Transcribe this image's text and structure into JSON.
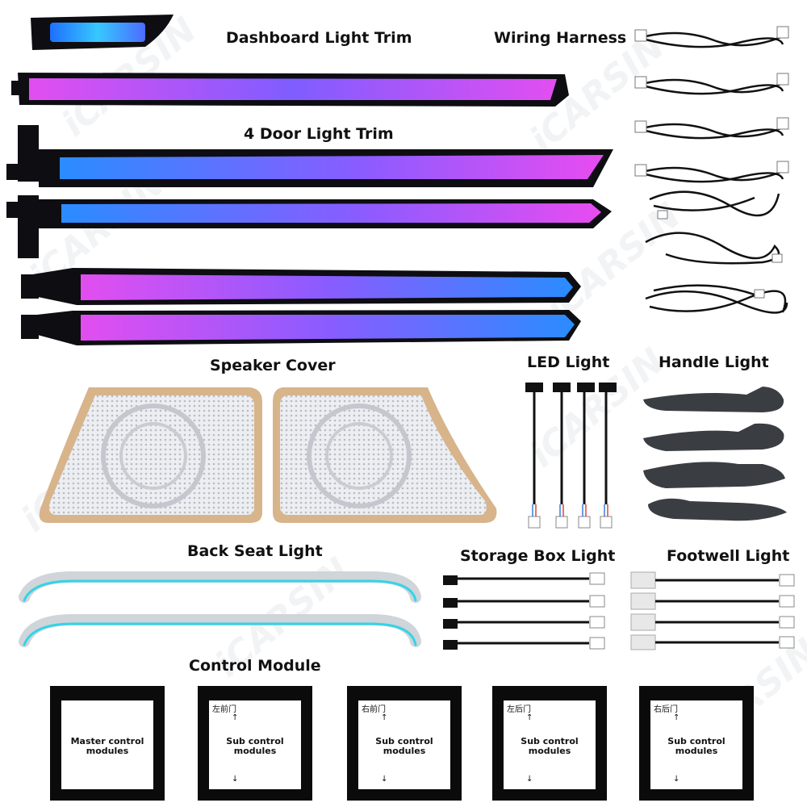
{
  "watermark": "iCARSIN",
  "labels": {
    "dashboard": "Dashboard Light Trim",
    "wiring": "Wiring Harness",
    "door": "4 Door Light Trim",
    "speaker": "Speaker Cover",
    "led": "LED Light",
    "handle": "Handle Light",
    "backseat": "Back Seat Light",
    "storage": "Storage Box Light",
    "footwell": "Footwell Light",
    "control": "Control Module"
  },
  "modules": [
    {
      "tag": "",
      "line1": "Master control",
      "line2": "modules"
    },
    {
      "tag": "左前门",
      "line1": "Sub control",
      "line2": "modules"
    },
    {
      "tag": "右前门",
      "line1": "Sub control",
      "line2": "modules"
    },
    {
      "tag": "左后门",
      "line1": "Sub control",
      "line2": "modules"
    },
    {
      "tag": "右后门",
      "line1": "Sub control",
      "line2": "modules"
    }
  ],
  "arrows": {
    "up": "↑",
    "down": "↓"
  },
  "colors": {
    "pink": "#e24ef0",
    "violet": "#8a5cff",
    "blue": "#2a8cff",
    "cyan": "#34d3e8",
    "frame": "#0d0d12",
    "tan": "#d8b48a"
  }
}
